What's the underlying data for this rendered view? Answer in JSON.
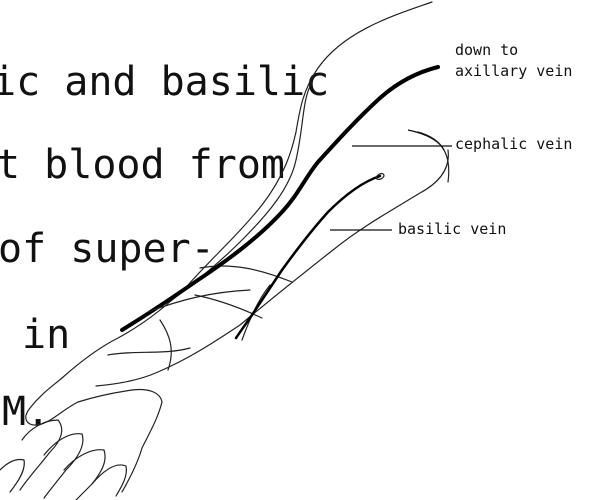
{
  "text_lines": [
    "ic and basilic",
    "t blood from",
    "of super-",
    "in",
    "M."
  ],
  "labels": {
    "axillary_line1": "down to",
    "axillary_line2": "axillary vein",
    "cephalic": "cephalic vein",
    "basilic": "basilic vein"
  }
}
